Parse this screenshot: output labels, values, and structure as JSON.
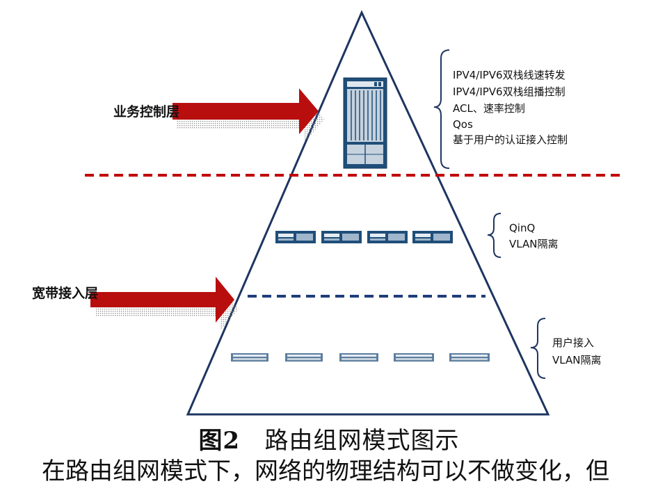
{
  "layers": {
    "service_control": "业务控制层",
    "broadband_access": "宽带接入层"
  },
  "top_features": [
    "IPV4/IPV6双栈线速转发",
    "IPV4/IPV6双栈组播控制",
    "ACL、速率控制",
    "Qos",
    "基于用户的认证接入控制"
  ],
  "middle_features": [
    "QinQ",
    "VLAN隔离"
  ],
  "bottom_features": [
    "用户接入",
    "VLAN隔离"
  ],
  "caption": {
    "fig_num": "图2",
    "title": "路由组网模式图示"
  },
  "continuation_text": "在路由组网模式下，网络的物理结构可以不做变化，但",
  "colors": {
    "arrow_red": "#b80e0e",
    "dashed_red": "#c00000",
    "dashed_blue": "#1f3d7a",
    "device_blue": "#1f4e79"
  },
  "icons": {
    "core_router": "chassis-router-icon",
    "aggregation_switch": "aggregation-switch-icon",
    "access_switch": "access-switch-icon"
  }
}
